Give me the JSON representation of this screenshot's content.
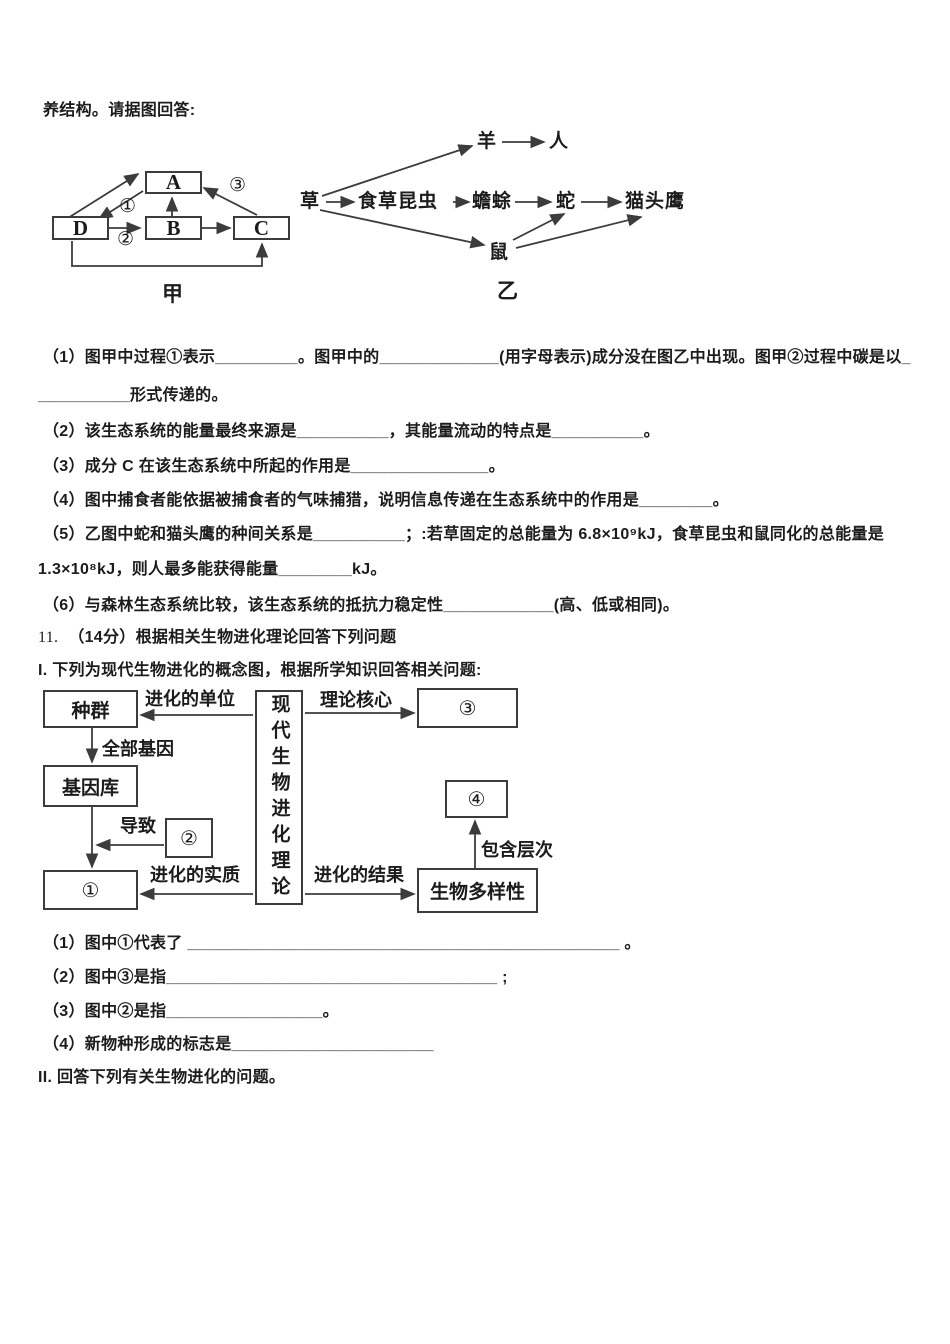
{
  "colors": {
    "paper": "#ffffff",
    "ink": "#1c1c1c",
    "line": "#3c3c3c"
  },
  "document": {
    "intro_line": "养结构。请据图回答:"
  },
  "figure_jia": {
    "caption": "甲",
    "boxes": {
      "a": "A",
      "b": "B",
      "c": "C",
      "d": "D"
    },
    "process_labels": {
      "p1": "①",
      "p2": "②",
      "p3": "③"
    }
  },
  "figure_yi": {
    "caption": "乙",
    "nodes": {
      "grass": "草",
      "herbivorous_insect": "食草昆虫",
      "toad": "蟾蜍",
      "snake": "蛇",
      "owl": "猫头鹰",
      "sheep": "羊",
      "human": "人",
      "mouse": "鼠"
    }
  },
  "question10": {
    "q1_line1": "（1）图甲中过程①表示_________。图甲中的_____________(用字母表示)成分没在图乙中出现。图甲②过程中碳是以_",
    "q1_line2": "__________形式传递的。",
    "q2": "（2）该生态系统的能量最终来源是__________，其能量流动的特点是__________。",
    "q3": "（3）成分 C 在该生态系统中所起的作用是_______________。",
    "q4": "（4）图中捕食者能依据被捕食者的气味捕猎，说明信息传递在生态系统中的作用是________。",
    "q5_line1": "（5）乙图中蛇和猫头鹰的种间关系是__________；:若草固定的总能量为 6.8×10⁹kJ，食草昆虫和鼠同化的总能量是",
    "q5_line2": "1.3×10⁸kJ，则人最多能获得能量________kJ。",
    "q6": "（6）与森林生态系统比较，该生态系统的抵抗力稳定性____________(高、低或相同)。"
  },
  "question11": {
    "number": "11.",
    "header": "（14分）根据相关生物进化理论回答下列问题",
    "part1_intro": "I. 下列为现代生物进化的概念图，根据所学知识回答相关问题:",
    "concept_map": {
      "center": "现代生物进化理论",
      "population": "种群",
      "gene_pool": "基因库",
      "box1": "①",
      "box2": "②",
      "box3": "③",
      "box4": "④",
      "biodiversity": "生物多样性",
      "edge_unit": "进化的单位",
      "edge_core": "理论核心",
      "edge_all_genes": "全部基因",
      "edge_cause": "导致",
      "edge_essence": "进化的实质",
      "edge_result": "进化的结果",
      "edge_levels": "包含层次"
    },
    "sub1": "（1）图中①代表了 _______________________________________________ 。",
    "sub2": "（2）图中③是指____________________________________ ;",
    "sub3": "（3）图中②是指_________________。",
    "sub4": "（4）新物种形成的标志是______________________",
    "part2_intro": "II. 回答下列有关生物进化的问题。"
  }
}
